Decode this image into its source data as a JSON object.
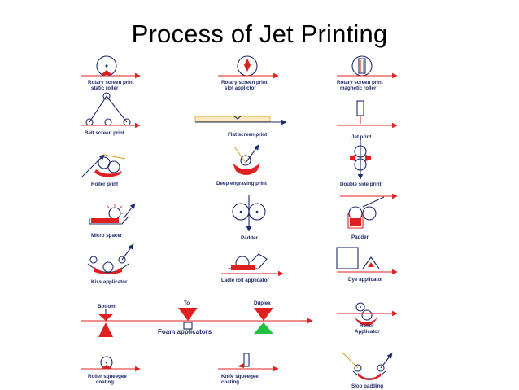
{
  "title": "Process of Jet Printing",
  "labels": {
    "rotary_static_1": "Rotary screen print",
    "rotary_static_2": "static roller",
    "rotary_slot_1": "Rotary screen print",
    "rotary_slot_2": "slot applictor",
    "rotary_magnetic_1": "Rotary screen print",
    "rotary_magnetic_2": "magnetic roller",
    "belt_screen": "Belt screen print",
    "flat_screen": "Flat screen print",
    "jet_print": "Jet print",
    "roller_print": "Roller print",
    "deep_engraving": "Deep engraving print",
    "double_side": "Double side print",
    "micro_spacer": "Micro spacer",
    "padder_1": "Padder",
    "padder_2": "Padder",
    "kiss_applicator": "Kiss applicator",
    "ladle_roll": "Ladle roll applicator",
    "dye_applicator": "Dye applicator",
    "foam_bottom": "Bottom",
    "foam_to": "To",
    "foam_duplex": "Duplex",
    "foam_applicators": "Foam applicators",
    "roller_applicator_1": "Roller",
    "roller_applicator_2": "Applicator",
    "roller_squeegee_1": "Roller squeegee",
    "roller_squeegee_2": "coating",
    "knife_squeegee_1": "Knife squeegee",
    "knife_squeegee_2": "coating",
    "slop_padding": "Slop padding"
  }
}
